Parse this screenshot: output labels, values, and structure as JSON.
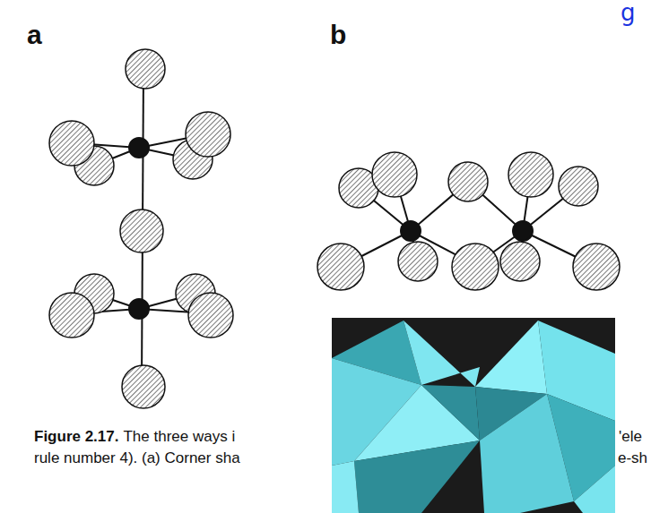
{
  "diagram": {
    "labels": [
      "a",
      "b",
      "g",
      "Figure 2.17.",
      "The three ways i",
      "'ele",
      "rule number 4). (a) Corner sha",
      "e-sh"
    ]
  }
}
